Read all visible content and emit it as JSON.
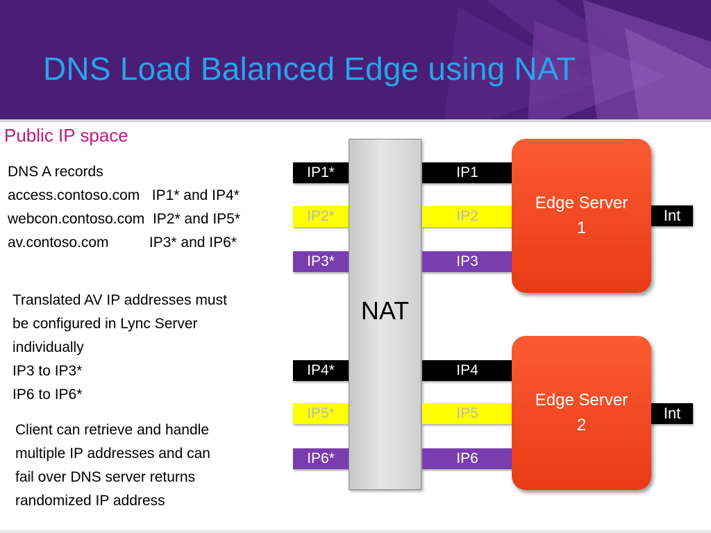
{
  "title": "DNS Load Balanced Edge using NAT",
  "subtitle": "Public IP space",
  "dns_records": [
    "DNS A records",
    "access.contoso.com   IP1* and IP4*",
    "webcon.contoso.com  IP2* and IP5*",
    "av.contoso.com          IP3* and IP6*"
  ],
  "translated_note": [
    "Translated AV IP addresses must",
    "be configured in Lync Server",
    "individually",
    "IP3 to IP3*",
    "IP6 to IP6*"
  ],
  "client_note": [
    "Client can retrieve and handle",
    "multiple IP addresses and can",
    "fail over DNS server returns",
    "randomized IP address"
  ],
  "nat_label": "NAT",
  "public_ips": [
    "IP1*",
    "IP2*",
    "IP3*",
    "IP4*",
    "IP5*",
    "IP6*"
  ],
  "private_ips": [
    "IP1",
    "IP2",
    "IP3",
    "IP4",
    "IP5",
    "IP6"
  ],
  "edge_servers": [
    {
      "line1": "Edge Server",
      "line2": "1",
      "int_label": "Int"
    },
    {
      "line1": "Edge Server",
      "line2": "2",
      "int_label": "Int"
    }
  ],
  "colors": {
    "header_bg": "#4a1e77",
    "title": "#27a5e8",
    "subtitle": "#c2187a",
    "edge_server": "#f4482a",
    "bar_black": "#000000",
    "bar_yellow": "#ffff00",
    "bar_purple": "#7a3dae"
  }
}
